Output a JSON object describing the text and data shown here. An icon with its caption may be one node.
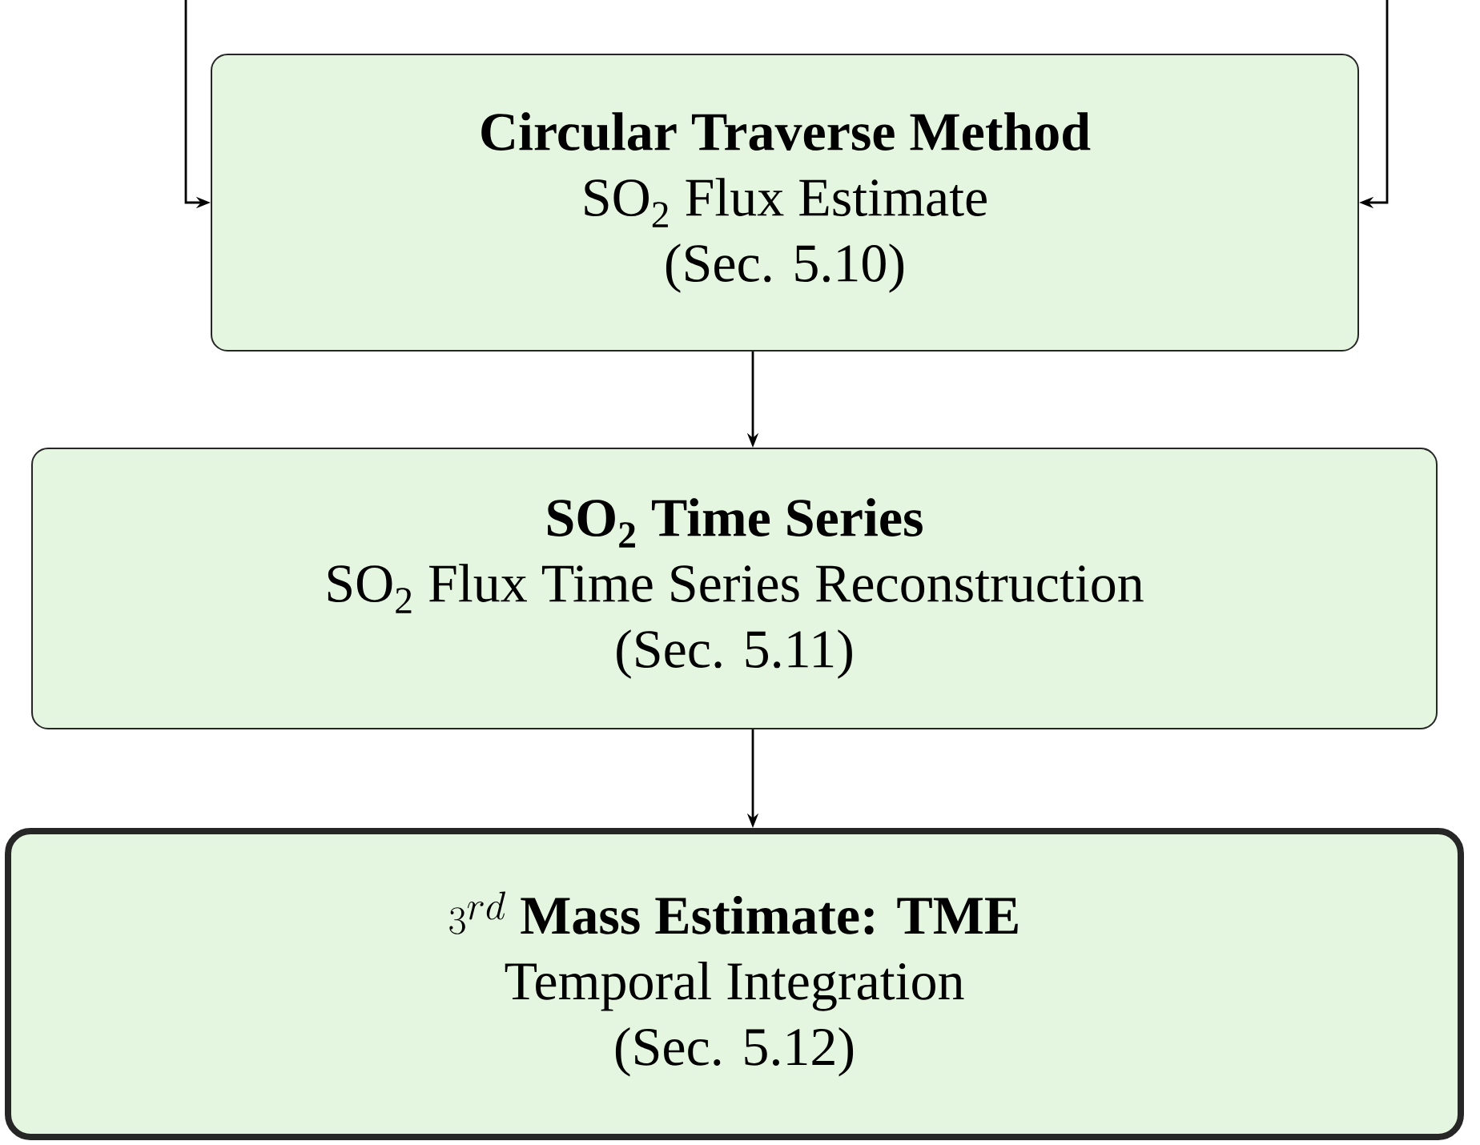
{
  "diagram": {
    "nodes": [
      {
        "text": [
          "Circular Traverse Method",
          "SO$_{2}$ Flux Estimate",
          "(Sec. 5.10)"
        ]
      },
      {
        "text": [
          "SO$_{2}$ Time Series",
          "SO$_{2}$ Flux Time Series Reconstruction",
          "(Sec. 5.11)"
        ]
      },
      {
        "text": [
          "3^{rd}\\ \\textbf{Mass Estimate: TME}",
          "Temporal Integration",
          "(Sec. 5.12)"
        ]
      }
    ],
    "edges": [
      {
        "from": null,
        "to": 0,
        "arrow": "to"
      },
      {
        "from": null,
        "to": 0,
        "arrow": "to"
      },
      {
        "from": 0,
        "to": 1,
        "arrow": "to"
      },
      {
        "from": 1,
        "to": 2,
        "arrow": "to"
      }
    ]
  }
}
